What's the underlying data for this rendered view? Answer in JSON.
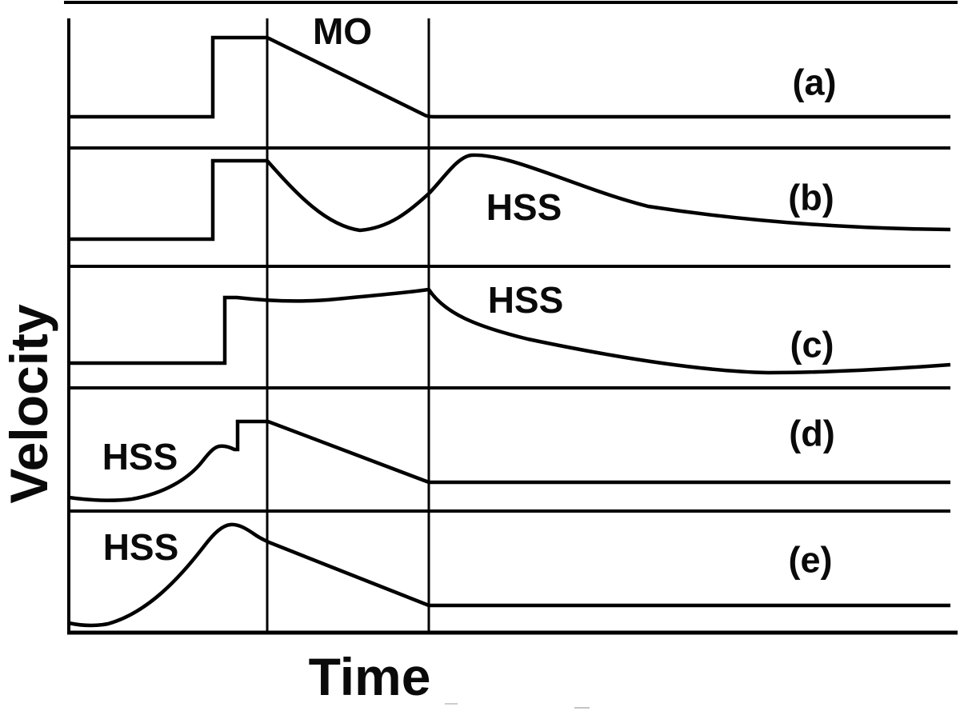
{
  "figure": {
    "type": "schematic-multipanel-line-plot",
    "x_axis_label": "Time",
    "y_axis_label": "Velocity",
    "panels": [
      {
        "id": "a",
        "label": "(a)",
        "annotation": "MO",
        "description": "Flat ambient wind, abrupt shock jump, flat sheath between guide lines start, then linear magnetic-obstacle (MO) decline back to ambient level"
      },
      {
        "id": "b",
        "label": "(b)",
        "annotation": "HSS",
        "description": "Shock jump, concave dip inside MO interval, rise to high-speed-stream (HSS) peak after second boundary, slow decay"
      },
      {
        "id": "c",
        "label": "(c)",
        "annotation": "HSS",
        "description": "Smaller step, slight sag then gradual rise peaking at second boundary, HSS decay afterwards with slight late upturn"
      },
      {
        "id": "d",
        "label": "(d)",
        "annotation": "HSS",
        "description": "Gradual HSS rise before the shock, small step jump, flat top, linear MO decline, flat elevated tail"
      },
      {
        "id": "e",
        "label": "(e)",
        "annotation": "HSS",
        "description": "Smooth HSS bell-shaped rise peaking before first boundary, linear decline through MO interval, flat elevated tail"
      }
    ],
    "vertical_guides": 2,
    "colors": {
      "line": "#000000",
      "background": "#ffffff",
      "text": "#0a0a0a"
    }
  },
  "chart_data": {
    "type": "line",
    "title": "",
    "xlabel": "Time",
    "ylabel": "Velocity",
    "x_units": "normalized 0-1 along time axis",
    "y_units": "arbitrary velocity units per panel (0 = pre-event baseline, 1 = step-top level)",
    "grid": false,
    "vertical_guide_x": [
      0.225,
      0.408
    ],
    "series": [
      {
        "name": "(a) MO profile",
        "points": [
          [
            0,
            0
          ],
          [
            0.163,
            0
          ],
          [
            0.163,
            1.0
          ],
          [
            0.225,
            1.0
          ],
          [
            0.408,
            0
          ],
          [
            1.0,
            0
          ]
        ]
      },
      {
        "name": "(b) MO + trailing HSS",
        "points": [
          [
            0,
            0
          ],
          [
            0.163,
            0
          ],
          [
            0.163,
            1.0
          ],
          [
            0.225,
            1.0
          ],
          [
            0.33,
            0.11
          ],
          [
            0.408,
            0.58
          ],
          [
            0.457,
            1.07
          ],
          [
            0.64,
            0.47
          ],
          [
            0.82,
            0.2
          ],
          [
            1.0,
            0.12
          ]
        ]
      },
      {
        "name": "(c) rising MO + HSS peak",
        "points": [
          [
            0,
            0
          ],
          [
            0.177,
            0
          ],
          [
            0.177,
            1.0
          ],
          [
            0.27,
            0.95
          ],
          [
            0.408,
            1.12
          ],
          [
            0.55,
            0.23
          ],
          [
            0.79,
            -0.15
          ],
          [
            1.0,
            -0.02
          ]
        ]
      },
      {
        "name": "(d) leading HSS + MO decline",
        "points": [
          [
            0,
            0.05
          ],
          [
            0.06,
            0
          ],
          [
            0.17,
            0.69
          ],
          [
            0.188,
            0.65
          ],
          [
            0.191,
            1.0
          ],
          [
            0.225,
            1.0
          ],
          [
            0.408,
            0.24
          ],
          [
            1.0,
            0.24
          ]
        ]
      },
      {
        "name": "(e) HSS bell + MO decline",
        "points": [
          [
            0,
            0.03
          ],
          [
            0.045,
            0
          ],
          [
            0.183,
            1.0
          ],
          [
            0.227,
            0.83
          ],
          [
            0.408,
            0.2
          ],
          [
            1.0,
            0.2
          ]
        ]
      }
    ],
    "annotations": [
      {
        "text": "MO",
        "panel": "a",
        "x": 0.31,
        "y_frac_of_panel": 0.85
      },
      {
        "text": "HSS",
        "panel": "b",
        "x": 0.516,
        "y_frac_of_panel": 0.5
      },
      {
        "text": "HSS",
        "panel": "c",
        "x": 0.516,
        "y_frac_of_panel": 0.72
      },
      {
        "text": "HSS",
        "panel": "d",
        "x": 0.081,
        "y_frac_of_panel": 0.44
      },
      {
        "text": "HSS",
        "panel": "e",
        "x": 0.082,
        "y_frac_of_panel": 0.7
      },
      {
        "text": "(a)",
        "panel": "a",
        "x": 0.846
      },
      {
        "text": "(b)",
        "panel": "b",
        "x": 0.842
      },
      {
        "text": "(c)",
        "panel": "c",
        "x": 0.843
      },
      {
        "text": "(d)",
        "panel": "d",
        "x": 0.843
      },
      {
        "text": "(e)",
        "panel": "e",
        "x": 0.841
      }
    ]
  }
}
